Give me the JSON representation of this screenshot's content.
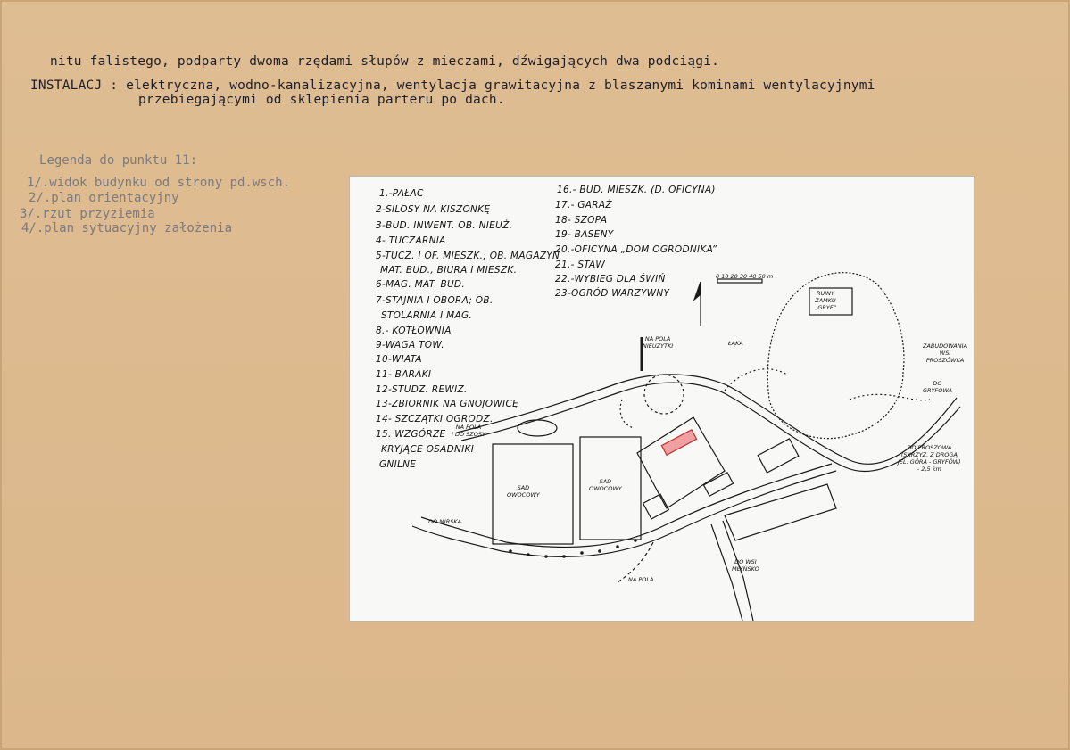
{
  "doc": {
    "line1": "nitu falistego, podparty dwoma rzędami słupów z mieczami, dźwigających dwa podciągi.",
    "line2": "INSTALACJ : elektryczna, wodno-kanalizacyjna, wentylacja grawitacyjna z blaszanymi kominami wentylacyjnymi",
    "line3": "przebiegającymi od sklepienia parteru po dach."
  },
  "legend": {
    "title": "Legenda do punktu 11:",
    "items": [
      "1/.widok budynku od strony pd.wsch.",
      "2/.plan orientacyjny",
      "3/.rzut przyziemia",
      "4/.plan sytuacyjny założenia"
    ]
  },
  "map": {
    "legend_left": [
      "1.-PAŁAC",
      "2-SILOSY NA KISZONKĘ",
      "3-BUD. INWENT. OB. NIEUŻ.",
      "4- TUCZARNIA",
      "5-TUCZ. I OF. MIESZK.; OB. MAGAZYN",
      "MAT. BUD., BIURA I MIESZK.",
      "6-MAG. MAT. BUD.",
      "7-STAJNIA I OBORA; OB.",
      "STOLARNIA I MAG.",
      "8.- KOTŁOWNIA",
      "9-WAGA TOW.",
      "10-WIATA",
      "11- BARAKI",
      "12-STUDZ. REWIZ.",
      "13-ZBIORNIK NA GNOJOWICĘ",
      "14- SZCZĄTKI OGRODZ.",
      "15. WZGÓRZE",
      "KRYJĄCE OSADNIKI",
      "GNILNE"
    ],
    "legend_right": [
      "16.- BUD. MIESZK. (D. OFICYNA)",
      "17.- GARAŻ",
      "18- SZOPA",
      "19- BASENY",
      "20.-OFICYNA „DOM OGRODNIKA”",
      "21.- STAW",
      "22.-WYBIEG DLA ŚWIŃ",
      "23-OGRÓD WARZYWNY"
    ],
    "scale": "0 10 20 30 40 50 m",
    "labels": {
      "na_pola_top": "NA POLA\nNIEUŻYTKI",
      "laka": "ŁĄKA",
      "ruiny": "RUINY\nZAMKU\n„GRYF”",
      "zabudowania": "ZABUDOWANIA\nWSI\nPROSZÓWKA",
      "do_gryfowa": "DO\nGRYFOWA",
      "do_proszowa": "DO PROSZOWA\n(SKRZYŻ. Z DROGĄ\nJEL. GÓRA - GRYFÓW)\n- 2,5 km",
      "na_pola_left": "NA POLA\nI DO SZOSY",
      "sad1": "SAD\nOWOCOWY",
      "sad2": "SAD\nOWOCOWY",
      "do_mirska": "DO MIRSKA",
      "na_pola_bottom": "NA POLA",
      "do_wsi": "DO WSI\nMŁYŃSKO"
    }
  }
}
